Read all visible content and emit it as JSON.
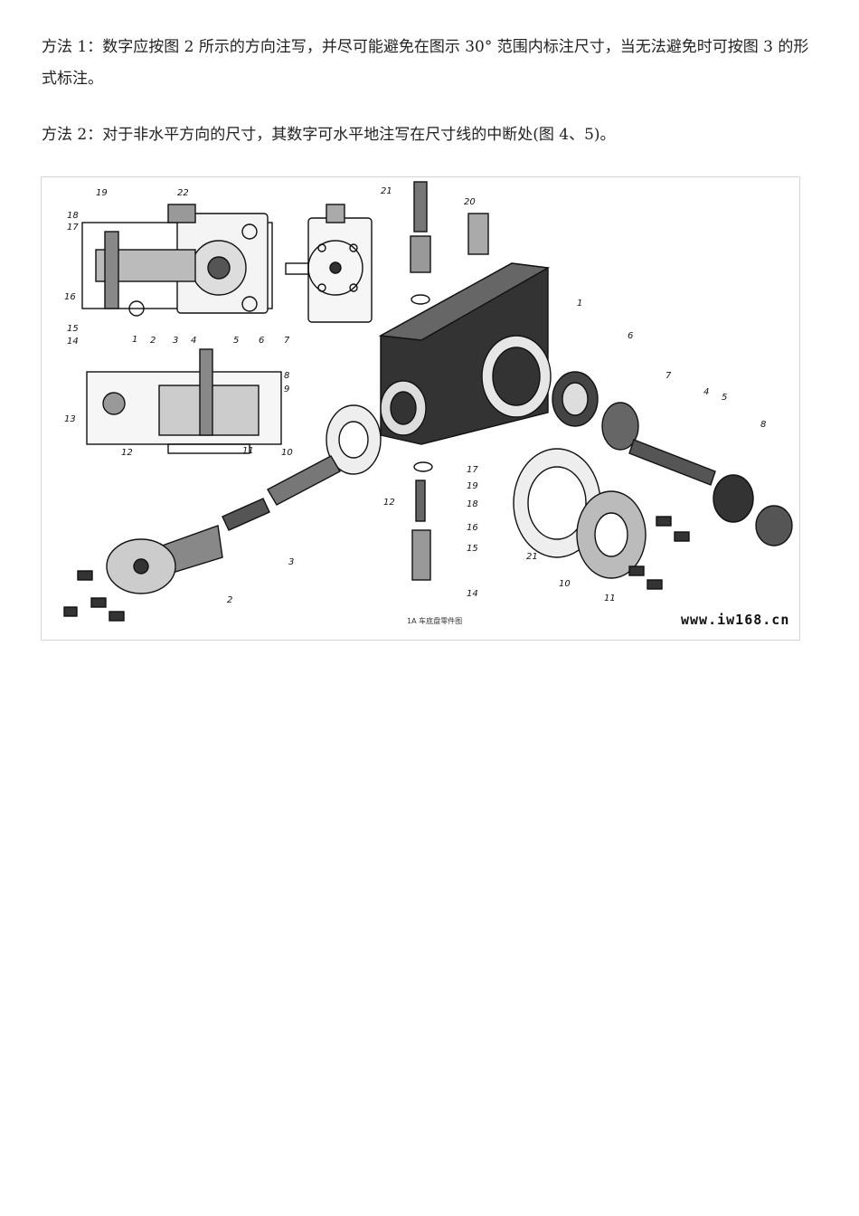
{
  "paragraphs": {
    "p1": "方法 1：数字应按图 2 所示的方向注写，并尽可能避免在图示 30° 范围内标注尺寸，当无法避免时可按图 3 的形式标注。",
    "p2": "方法 2：对于非水平方向的尺寸，其数字可水平地注写在尺寸线的中断处(图 4、5)。"
  },
  "figure": {
    "watermark": "www.iw168.cn",
    "caption": "1A 车底盘零件图",
    "callouts": [
      "19",
      "22",
      "18",
      "17",
      "21",
      "20",
      "16",
      "15",
      "14",
      "1",
      "2",
      "3",
      "4",
      "5",
      "6",
      "7",
      "8",
      "9",
      "13",
      "12",
      "10",
      "11",
      "17",
      "19",
      "18",
      "16",
      "15",
      "14",
      "12",
      "21",
      "10",
      "11",
      "1",
      "6",
      "7",
      "4",
      "5",
      "8",
      "3",
      "2"
    ]
  }
}
